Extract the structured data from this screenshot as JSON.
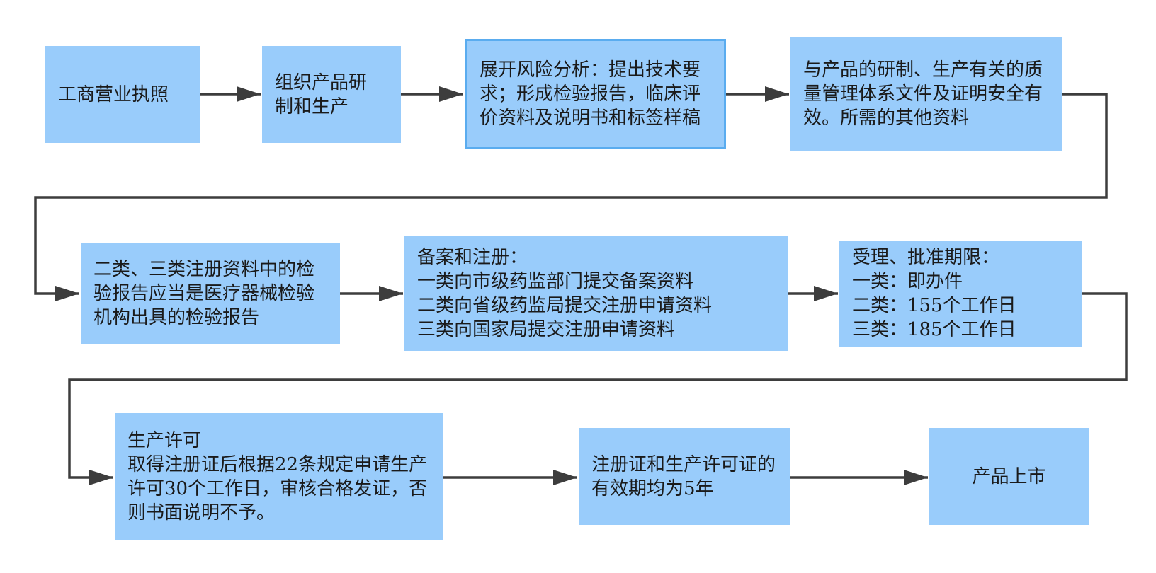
{
  "diagram": {
    "line_color": "#3d3d3d",
    "box_color": "#99ccfb",
    "nodes": {
      "business_license": {
        "lines": [
          "工商营业执照"
        ]
      },
      "organize_production": {
        "lines": [
          "组织产品研",
          "制和生产"
        ]
      },
      "risk_analysis": {
        "lines": [
          "展开风险分析：提出技术要求；形成检验报告，临床评价资料及说明书和标签样稿"
        ]
      },
      "quality_docs": {
        "lines": [
          "与产品的研制、生产有关的质量管理体系文件及证明安全有效。所需的其他资料"
        ]
      },
      "inspection_report": {
        "lines": [
          "二类、三类注册资料中的检验报告应当是医疗器械检验机构出具的检验报告"
        ]
      },
      "filing_registration": {
        "lines": [
          "备案和注册：",
          "一类向市级药监部门提交备案资料",
          "二类向省级药监局提交注册申请资料",
          "三类向国家局提交注册申请资料"
        ]
      },
      "approval_period": {
        "lines": [
          "受理、批准期限：",
          "一类：即办件",
          "二类：155个工作日",
          "三类：185个工作日"
        ]
      },
      "production_license": {
        "lines": [
          "生产许可",
          "取得注册证后根据22条规定申请生产许可30个工作日，审核合格发证，否则书面说明不予。"
        ]
      },
      "validity": {
        "lines": [
          "注册证和生产许可证的有效期均为5年"
        ]
      },
      "market_launch": {
        "lines": [
          "产品上市"
        ]
      }
    }
  }
}
